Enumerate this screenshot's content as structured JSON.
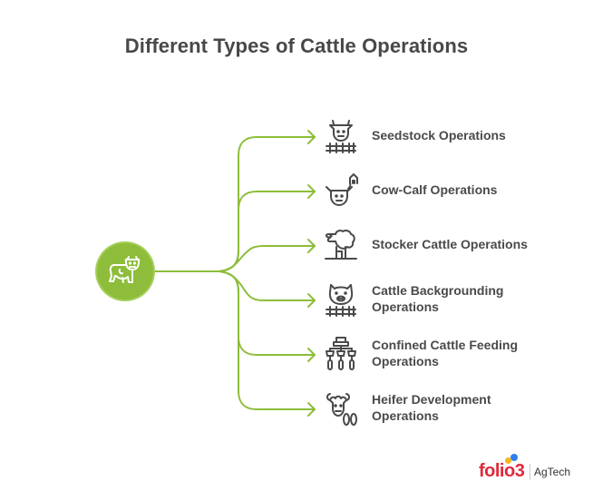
{
  "title": "Different Types of Cattle Operations",
  "hub": {
    "icon": "cow-icon",
    "color": "#8dbd3a"
  },
  "colors": {
    "connector": "#8dbd3a",
    "text": "#4a4a4a",
    "icon_stroke": "#4a4a4a"
  },
  "items": [
    {
      "line1": "Seedstock Operations",
      "line2": "",
      "icon": "cow-fence-icon"
    },
    {
      "line1": "Cow-Calf Operations",
      "line2": "",
      "icon": "cow-barn-icon"
    },
    {
      "line1": "Stocker Cattle Operations",
      "line2": "",
      "icon": "grazing-sheep-icon"
    },
    {
      "line1": "Cattle Backgrounding",
      "line2": "Operations",
      "icon": "pig-fence-icon"
    },
    {
      "line1": "Confined Cattle Feeding",
      "line2": "Operations",
      "icon": "feeding-machine-icon"
    },
    {
      "line1": "Heifer Development",
      "line2": "Operations",
      "icon": "heifer-hooves-icon"
    }
  ],
  "logo": {
    "brand": "folio3",
    "product": "AgTech"
  }
}
